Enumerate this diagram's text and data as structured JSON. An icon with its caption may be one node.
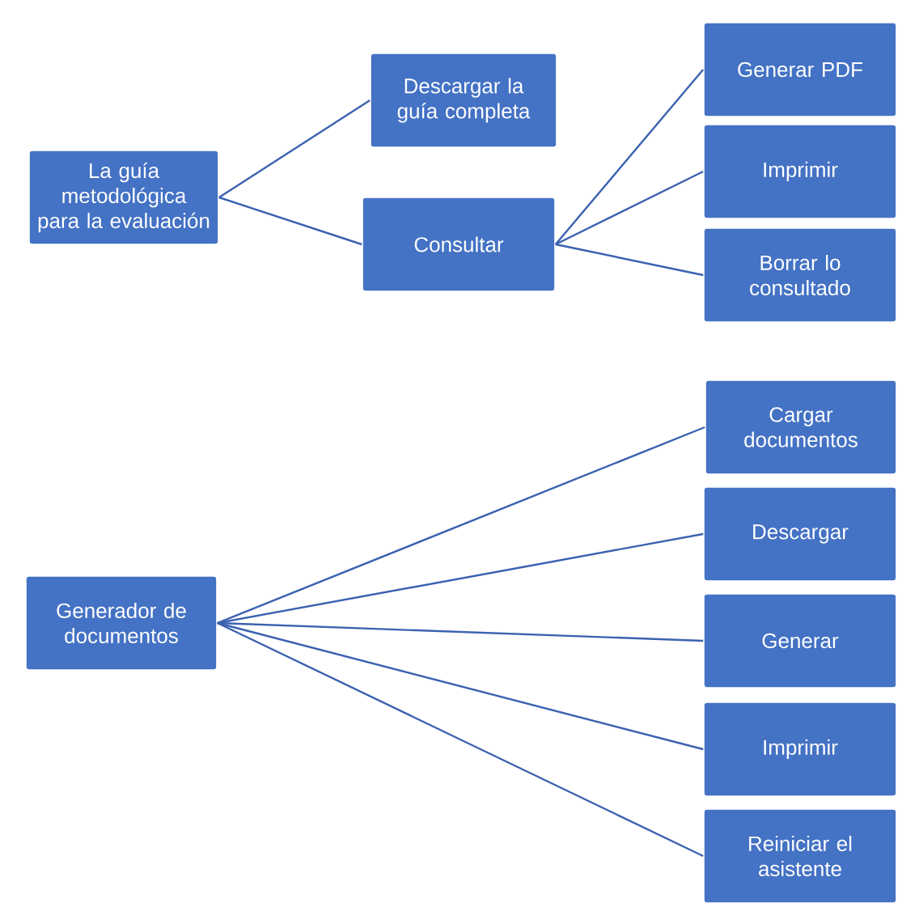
{
  "diagram": {
    "nodes": [
      {
        "text": [
          "La guía metodológica para la evaluación"
        ]
      },
      {
        "text": [
          "Descargar la guía completa"
        ]
      },
      {
        "text": [
          "Consultar"
        ]
      },
      {
        "text": [
          "Generar PDF"
        ]
      },
      {
        "text": [
          "Imprimir"
        ]
      },
      {
        "text": [
          "Borrar lo consultado"
        ]
      },
      {
        "text": [
          "Generador de documentos"
        ]
      },
      {
        "text": [
          "Cargar documentos"
        ]
      },
      {
        "text": [
          "Descargar"
        ]
      },
      {
        "text": [
          "Generar"
        ]
      },
      {
        "text": [
          "Imprimir"
        ]
      },
      {
        "text": [
          "Reiniciar el asistente"
        ]
      }
    ],
    "edges": [
      {
        "from": 0,
        "to": 1,
        "arrow": "none"
      },
      {
        "from": 0,
        "to": 2,
        "arrow": "none"
      },
      {
        "from": 2,
        "to": 3,
        "arrow": "none"
      },
      {
        "from": 2,
        "to": 4,
        "arrow": "none"
      },
      {
        "from": 2,
        "to": 5,
        "arrow": "none"
      },
      {
        "from": 6,
        "to": 7,
        "arrow": "none"
      },
      {
        "from": 6,
        "to": 8,
        "arrow": "none"
      },
      {
        "from": 6,
        "to": 9,
        "arrow": "none"
      },
      {
        "from": 6,
        "to": 10,
        "arrow": "none"
      },
      {
        "from": 6,
        "to": 11,
        "arrow": "none"
      }
    ]
  }
}
